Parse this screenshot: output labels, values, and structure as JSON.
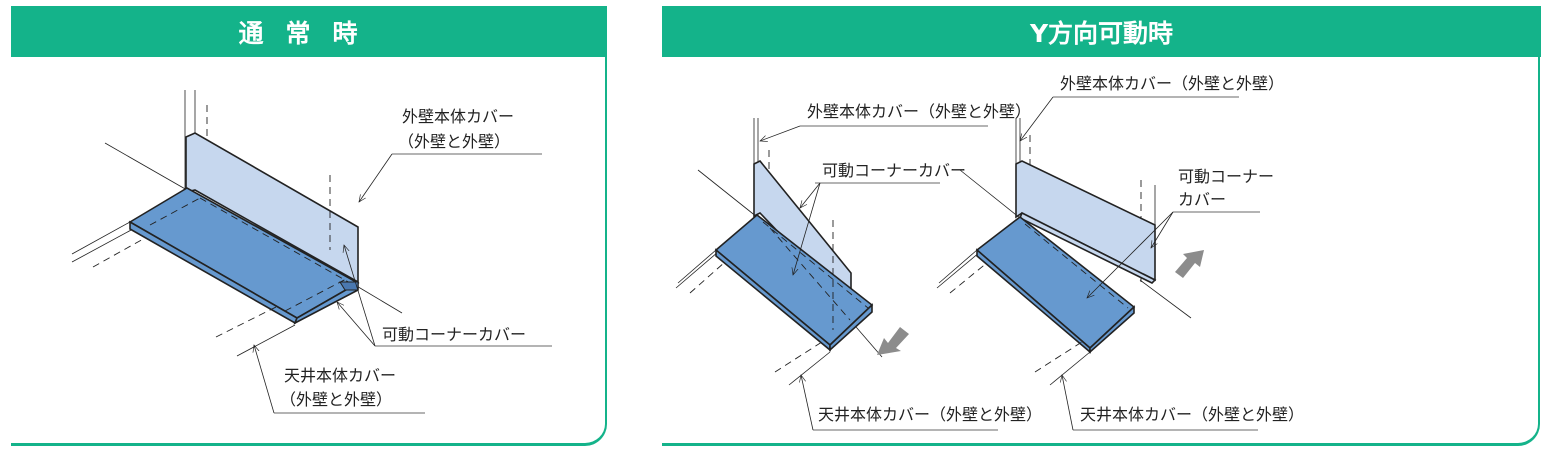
{
  "panels": {
    "normal": {
      "title": "通常時",
      "wall_cover_label_1": "外壁本体カバー",
      "wall_cover_label_2": "（外壁と外壁）",
      "corner_cover_label": "可動コーナーカバー",
      "ceiling_cover_label_1": "天井本体カバー",
      "ceiling_cover_label_2": "（外壁と外壁）"
    },
    "y_move": {
      "title": "Y方向可動時",
      "left": {
        "wall_cover_label": "外壁本体カバー（外壁と外壁）",
        "corner_cover_label": "可動コーナーカバー",
        "ceiling_cover_label": "天井本体カバー（外壁と外壁）"
      },
      "right": {
        "wall_cover_label": "外壁本体カバー（外壁と外壁）",
        "corner_cover_label_1": "可動コーナー",
        "corner_cover_label_2": "カバー",
        "ceiling_cover_label": "天井本体カバー（外壁と外壁）"
      }
    }
  },
  "colors": {
    "header": "#14b38a",
    "wall_panel": "#c6d7ee",
    "ceiling_panel": "#6699cf",
    "arrow": "#8c8c8c"
  }
}
